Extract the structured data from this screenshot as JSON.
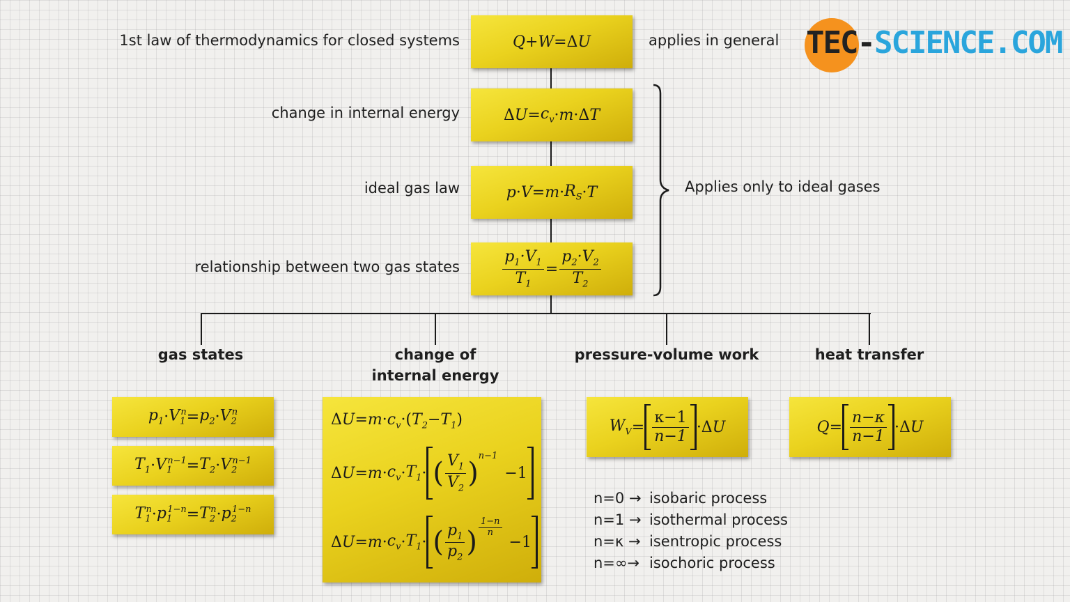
{
  "top": {
    "left_label": "1st law of thermodynamics for closed systems",
    "right_label": "applies in general"
  },
  "ideal": {
    "internal_energy_label": "change in internal energy",
    "gas_law_label": "ideal gas law",
    "two_states_label": "relationship between two gas states",
    "brace_label": "Applies only to ideal gases"
  },
  "branches": {
    "gas_states": "gas states",
    "internal_energy_line1": "change of",
    "internal_energy_line2": "internal energy",
    "pv_work": "pressure-volume work",
    "heat_transfer": "heat transfer"
  },
  "logo": {
    "part1": "TEC-",
    "part2": "SCIENCE",
    "part3": ".COM"
  },
  "processes": [
    {
      "n": "n=0 →",
      "name": "isobaric process"
    },
    {
      "n": "n=1 →",
      "name": "isothermal process"
    },
    {
      "n": "n=κ →",
      "name": "isentropic process"
    },
    {
      "n": "n=∞→",
      "name": "isochoric process"
    }
  ],
  "colors": {
    "box": "#ead21e",
    "logo_orange": "#f5921e",
    "logo_blue": "#2aa5dc"
  }
}
